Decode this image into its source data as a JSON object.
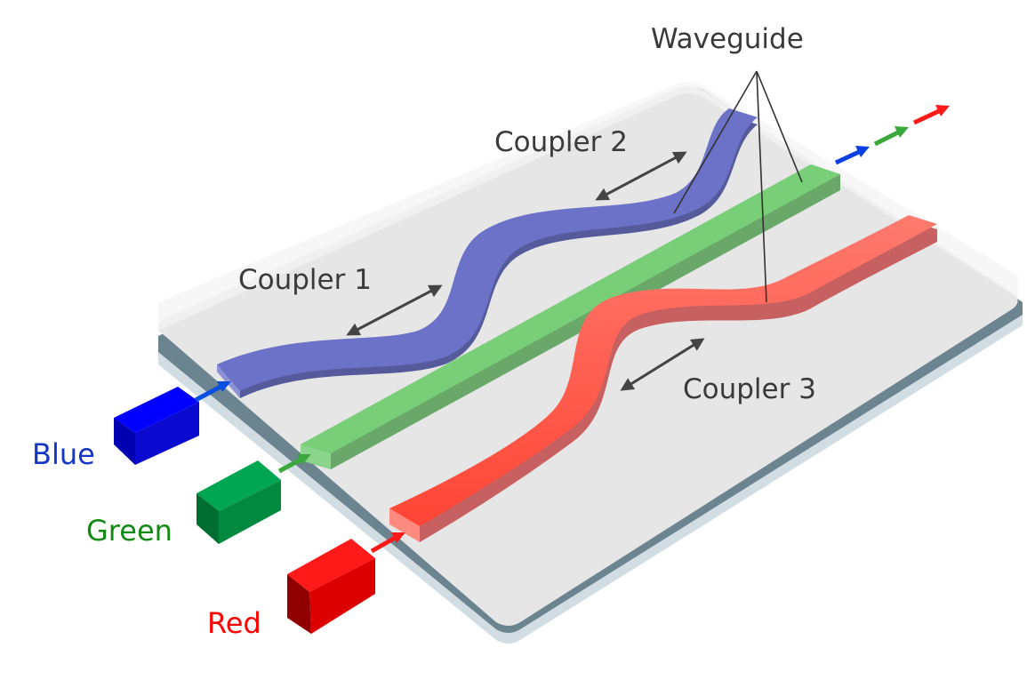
{
  "diagram": {
    "title_label": "Waveguide",
    "couplers": [
      {
        "label": "Coupler 1"
      },
      {
        "label": "Coupler 2"
      },
      {
        "label": "Coupler 3"
      }
    ],
    "sources": [
      {
        "label": "Blue",
        "color": "#0000ff",
        "text_color": "#1436c8"
      },
      {
        "label": "Green",
        "color": "#00a651",
        "text_color": "#138a13"
      },
      {
        "label": "Red",
        "color": "#ff1a1a",
        "text_color": "#ff0000"
      }
    ],
    "waveguides": [
      {
        "name": "blue",
        "color": "#6b72c8"
      },
      {
        "name": "green",
        "color": "#78cf78"
      },
      {
        "name": "red",
        "color": "#ff6f62"
      }
    ],
    "output_arrows": [
      "blue",
      "green",
      "red"
    ],
    "colors": {
      "substrate_top": "#e6e6e6",
      "substrate_edge": "#6c848f",
      "substrate_bottom": "#d2dde3",
      "annotation": "#3a3a3a"
    }
  }
}
